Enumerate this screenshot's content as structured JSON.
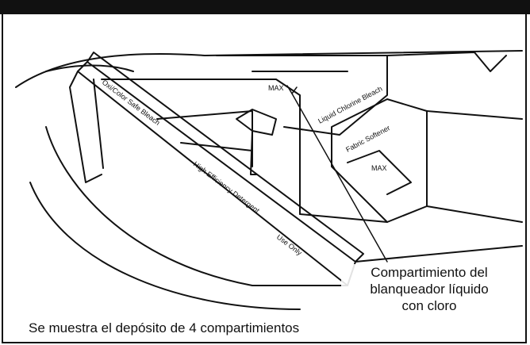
{
  "figure": {
    "labels": {
      "bleach_comp": "Oxi/Color Safe Bleach",
      "detergent_comp": "High Efficiency Detergent",
      "use_only": "Use Only",
      "liquid_chlorine": "Liquid Chlorine Bleach",
      "fabric_softener": "Fabric Softener",
      "max_1": "MAX",
      "max_2": "MAX"
    },
    "callout": {
      "line1": "Compartimiento del",
      "line2": "blanqueador líquido",
      "line3": "con cloro"
    }
  },
  "caption": "Se muestra el depósito de 4 compartimientos"
}
